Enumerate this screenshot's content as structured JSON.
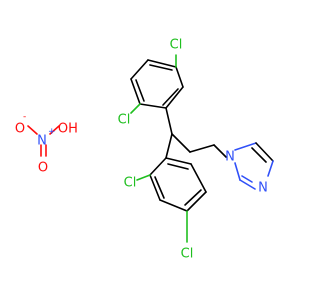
{
  "molecule": {
    "atoms": {
      "cl_top": "Cl",
      "cl_mid": "Cl",
      "cl_low": "Cl",
      "cl_bottom": "Cl",
      "n_imidazole_1": "N",
      "n_imidazole_3": "N",
      "nitrate_o_minus": "O",
      "nitrate_o_minus_charge": "-",
      "nitrate_n": "N",
      "nitrate_n_charge": "+",
      "nitrate_oh_o": "O",
      "nitrate_oh_h": "H",
      "nitrate_o_double": "O"
    },
    "colors": {
      "carbon": "#000000",
      "chlorine": "#1fbf1f",
      "nitrogen": "#3050f8",
      "oxygen": "#ff0d0d"
    }
  }
}
